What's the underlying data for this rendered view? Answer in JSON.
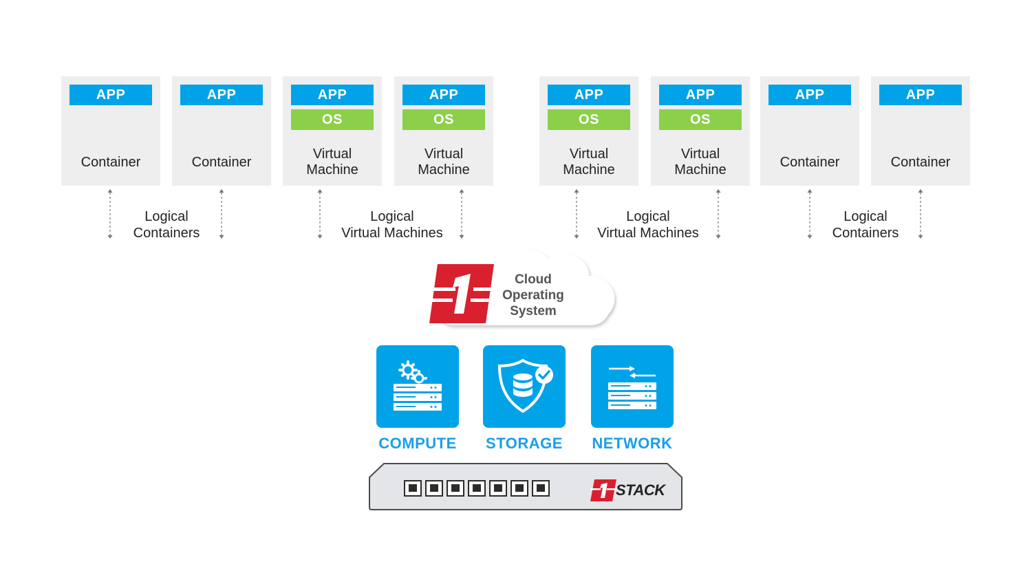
{
  "units": [
    {
      "app": "APP",
      "os": "",
      "label_line1": "Container",
      "label_line2": ""
    },
    {
      "app": "APP",
      "os": "",
      "label_line1": "Container",
      "label_line2": ""
    },
    {
      "app": "APP",
      "os": "OS",
      "label_line1": "Virtual",
      "label_line2": "Machine"
    },
    {
      "app": "APP",
      "os": "OS",
      "label_line1": "Virtual",
      "label_line2": "Machine"
    },
    {
      "app": "APP",
      "os": "OS",
      "label_line1": "Virtual",
      "label_line2": "Machine"
    },
    {
      "app": "APP",
      "os": "OS",
      "label_line1": "Virtual",
      "label_line2": "Machine"
    },
    {
      "app": "APP",
      "os": "",
      "label_line1": "Container",
      "label_line2": ""
    },
    {
      "app": "APP",
      "os": "",
      "label_line1": "Container",
      "label_line2": ""
    }
  ],
  "groups": [
    {
      "line1": "Logical",
      "line2": "Containers"
    },
    {
      "line1": "Logical",
      "line2": "Virtual Machines"
    },
    {
      "line1": "Logical",
      "line2": "Virtual Machines"
    },
    {
      "line1": "Logical",
      "line2": "Containers"
    }
  ],
  "cloud": {
    "line1": "Cloud",
    "line2": "Operating",
    "line3": "System",
    "logo_text": "1"
  },
  "resources": [
    {
      "label": "COMPUTE",
      "icon": "server-gears-icon"
    },
    {
      "label": "STORAGE",
      "icon": "database-shield-icon"
    },
    {
      "label": "NETWORK",
      "icon": "network-switch-icon"
    }
  ],
  "appliance": {
    "brand": "STACK",
    "logo_text": "1",
    "port_count": 7
  },
  "colors": {
    "app": "#00a3e8",
    "os": "#8ccf4a",
    "brand_red": "#d8202f",
    "resource": "#00a3e8",
    "resource_label": "#1a9ee8"
  }
}
